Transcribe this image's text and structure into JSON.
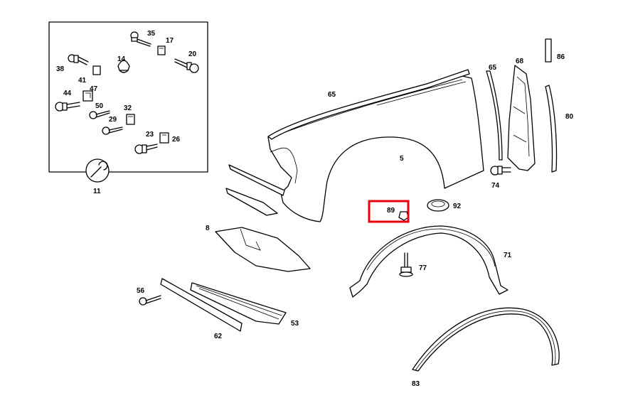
{
  "diagram": {
    "highlight_color": "#e8000d",
    "highlighted_part": "89",
    "labels": {
      "p35": "35",
      "p17": "17",
      "p38": "38",
      "p14": "14",
      "p20": "20",
      "p41": "41",
      "p47": "47",
      "p44": "44",
      "p50": "50",
      "p32": "32",
      "p29": "29",
      "p23": "23",
      "p26": "26",
      "p11": "11",
      "p65a": "65",
      "p65b": "65",
      "p68": "68",
      "p86": "86",
      "p80": "80",
      "p5": "5",
      "p74": "74",
      "p92": "92",
      "p89": "89",
      "p8": "8",
      "p71": "71",
      "p77": "77",
      "p56": "56",
      "p53": "53",
      "p62": "62",
      "p83": "83"
    }
  }
}
